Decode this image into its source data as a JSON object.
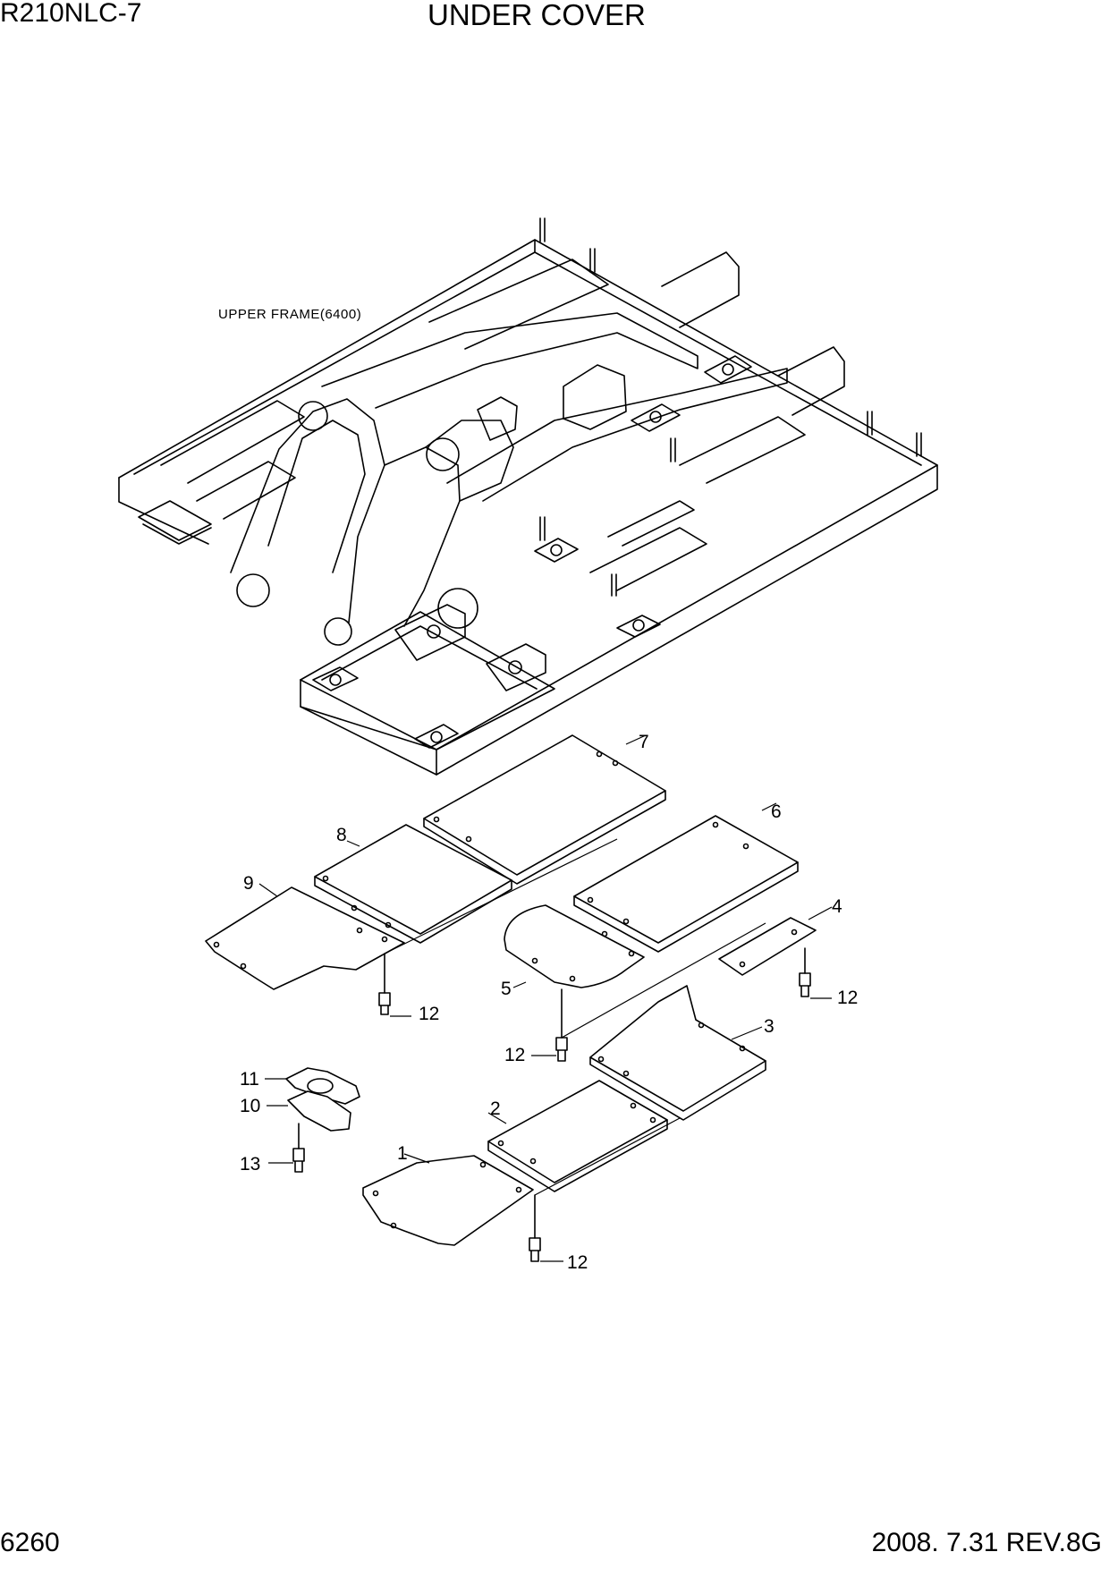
{
  "header": {
    "model": "R210NLC-7",
    "title": "UNDER COVER"
  },
  "footer": {
    "page_number": "6260",
    "revision": "2008. 7.31  REV.8G"
  },
  "reference_label": "UPPER FRAME(6400)",
  "callouts": {
    "c1": "1",
    "c2": "2",
    "c3": "3",
    "c4": "4",
    "c5": "5",
    "c6": "6",
    "c7": "7",
    "c8": "8",
    "c9": "9",
    "c10": "10",
    "c11": "11",
    "c12a": "12",
    "c12b": "12",
    "c12c": "12",
    "c12d": "12",
    "c13": "13"
  }
}
